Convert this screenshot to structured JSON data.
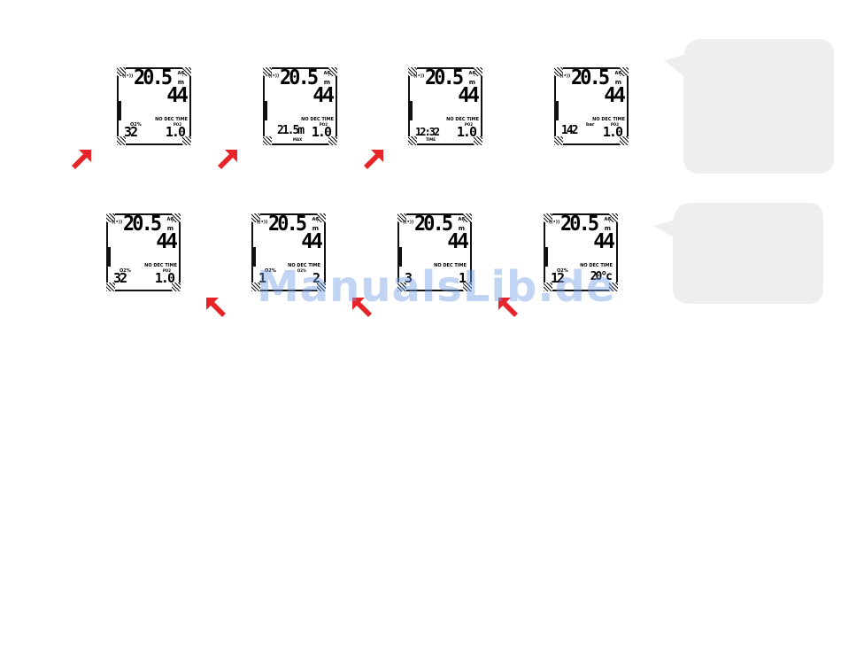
{
  "colors": {
    "arrow": "#e8242b",
    "bubble": "#eeeeee",
    "watermark": "#78a0e6"
  },
  "screens": [
    {
      "signal": "((•))",
      "depth": "20.5",
      "ac": "AC",
      "unit": "m",
      "ndt": "44",
      "ndt_label": "NO DEC TIME",
      "left_label": "O2%",
      "left_value": "32",
      "right_label": "PO2",
      "right_value": "1.0",
      "sub_label": ""
    },
    {
      "signal": "((•))",
      "depth": "20.5",
      "ac": "AC",
      "unit": "m",
      "ndt": "44",
      "ndt_label": "NO DEC TIME",
      "left_label": "",
      "left_value": "21.5m",
      "right_label": "PO2",
      "right_value": "1.0",
      "sub_label": "MAX"
    },
    {
      "signal": "((•))",
      "depth": "20.5",
      "ac": "AC",
      "unit": "m",
      "ndt": "44",
      "ndt_label": "NO DEC TIME",
      "left_label": "",
      "left_value": "12:32",
      "right_label": "PO2",
      "right_value": "1.0",
      "sub_label": "TIME"
    },
    {
      "signal": "((•))",
      "depth": "20.5",
      "ac": "AC",
      "unit": "m",
      "ndt": "44",
      "ndt_label": "NO DEC TIME",
      "left_label": "bar",
      "left_value": "142",
      "right_label": "PO2",
      "right_value": "1.0",
      "sub_label": ""
    },
    {
      "signal": "((•))",
      "depth": "20.5",
      "ac": "AC",
      "unit": "m",
      "ndt": "44",
      "ndt_label": "NO DEC TIME",
      "left_label": "O2%",
      "left_value": "32",
      "right_label": "PO2",
      "right_value": "1.0",
      "sub_label": ""
    },
    {
      "signal": "((•))",
      "depth": "20.5",
      "ac": "AC",
      "unit": "m",
      "ndt": "44",
      "ndt_label": "NO DEC TIME",
      "left_label": "O2%",
      "left_value": "1",
      "right_label": "O2%",
      "right_value": "2",
      "sub_label": ""
    },
    {
      "signal": "((•))",
      "depth": "20.5",
      "ac": "AC",
      "unit": "m",
      "ndt": "44",
      "ndt_label": "NO DEC TIME",
      "left_label": "",
      "left_value": "3",
      "right_label": "",
      "right_value": "1",
      "sub_label": ""
    },
    {
      "signal": "((•))",
      "depth": "20.5",
      "ac": "AC",
      "unit": "m",
      "ndt": "44",
      "ndt_label": "NO DEC TIME",
      "left_label": "O2%",
      "left_value": "12",
      "right_label": "",
      "right_value": "20°c",
      "sub_label": ""
    }
  ],
  "watermark": "ManualsLib.de"
}
